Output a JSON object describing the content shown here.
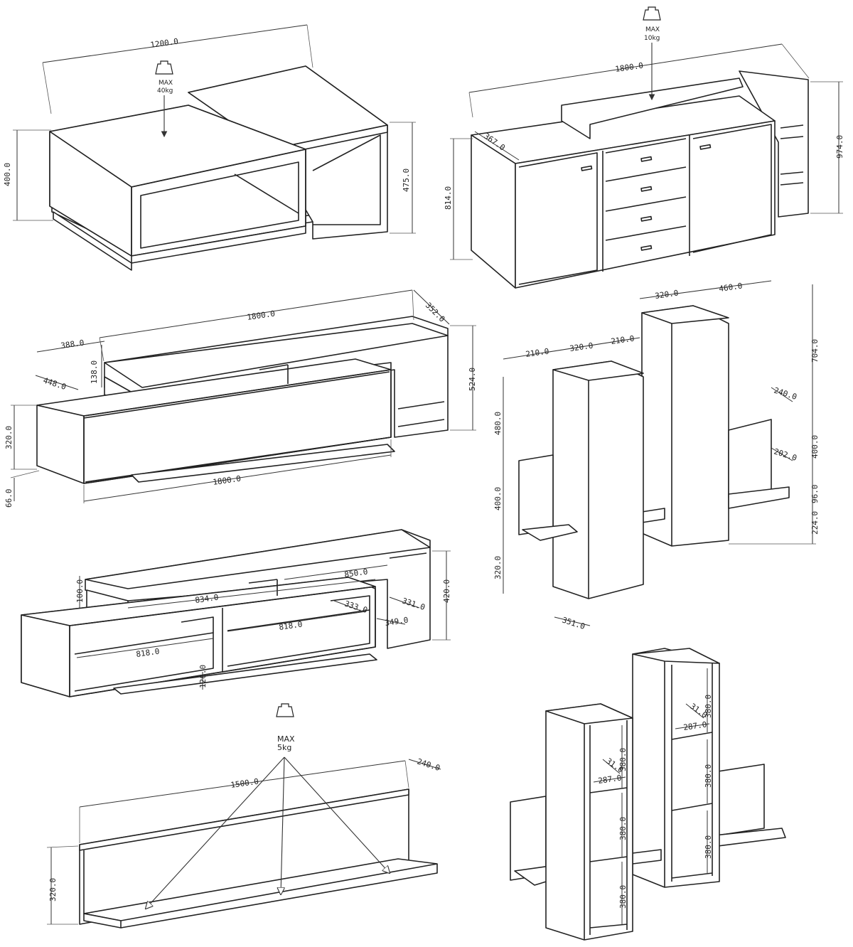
{
  "coffee_table": {
    "width": "1200.0",
    "height_a": "400.0",
    "height_b": "475.0",
    "max_label": "MAX",
    "max_load": "40kg"
  },
  "sideboard": {
    "width": "1800.0",
    "depth": "367.0",
    "height_a": "814.0",
    "height_b": "974.0",
    "max_label": "MAX",
    "max_load": "10kg"
  },
  "tv_unit_wall": {
    "width_top": "1800.0",
    "depth": "352.0",
    "shelf_w": "388.0",
    "shelf_d": "448.0",
    "shelf_h": "138.0",
    "total_h": "524.0",
    "body_h": "320.0",
    "width_bottom": "1800.0",
    "leg_h": "66.0"
  },
  "wall_cabinets": {
    "w1": "210.0",
    "w2": "320.0",
    "w3": "210.0",
    "w4": "320.0",
    "w5": "460.0",
    "h1": "704.0",
    "h2": "480.0",
    "h3": "400.0",
    "h4": "400.0",
    "h5": "96.0",
    "h6": "224.0",
    "h7": "320.0",
    "d1": "240.0",
    "d2": "202.0",
    "d3": "351.0"
  },
  "tv_unit_interior": {
    "h1": "100.0",
    "w1": "850.0",
    "w2": "834.0",
    "h2": "420.0",
    "d1": "331.0",
    "d2": "333.0",
    "w3": "818.0",
    "d3": "349.0",
    "w4": "818.0",
    "h3": "126.0"
  },
  "wall_shelf": {
    "width": "1500.0",
    "depth": "240.0",
    "height": "320.0",
    "max_label": "MAX",
    "max_load": "5kg"
  },
  "open_shelves": {
    "s1": "380.0",
    "s2": "380.0",
    "s3": "380.0",
    "s4": "380.0",
    "s5": "380.0",
    "s6": "380.0",
    "w1": "287.0",
    "w2": "287.0",
    "d1": "31.0",
    "d2": "31.0"
  }
}
